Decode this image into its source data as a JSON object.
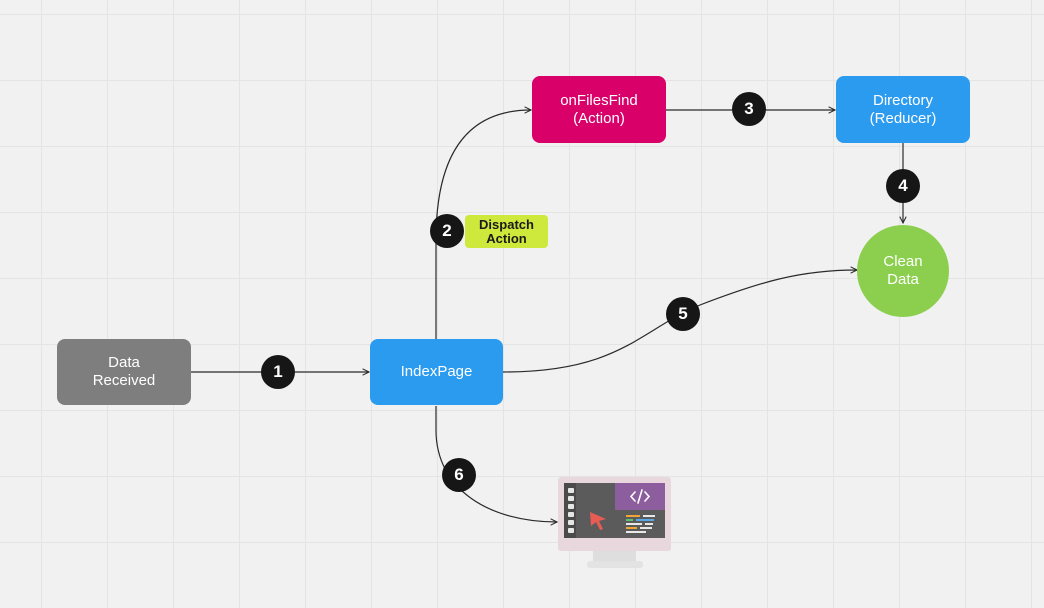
{
  "nodes": {
    "data_received": {
      "label": "Data\nReceived",
      "color": "#7e7e7e"
    },
    "index_page": {
      "label": "IndexPage",
      "color": "#2b9bf0"
    },
    "on_files_find": {
      "label": "onFilesFind\n(Action)",
      "color": "#d9006a"
    },
    "directory": {
      "label": "Directory\n(Reducer)",
      "color": "#2b9bf0"
    },
    "clean_data": {
      "label": "Clean\nData",
      "color": "#8ccf4e"
    }
  },
  "badges": [
    "1",
    "2",
    "3",
    "4",
    "5",
    "6"
  ],
  "tags": {
    "dispatch": "Dispatch\nAction"
  },
  "icons": {
    "monitor": "monitor-code-icon"
  },
  "colors": {
    "edge": "#2a2a2a",
    "badge": "#161616",
    "tag": "#cfe83c"
  }
}
